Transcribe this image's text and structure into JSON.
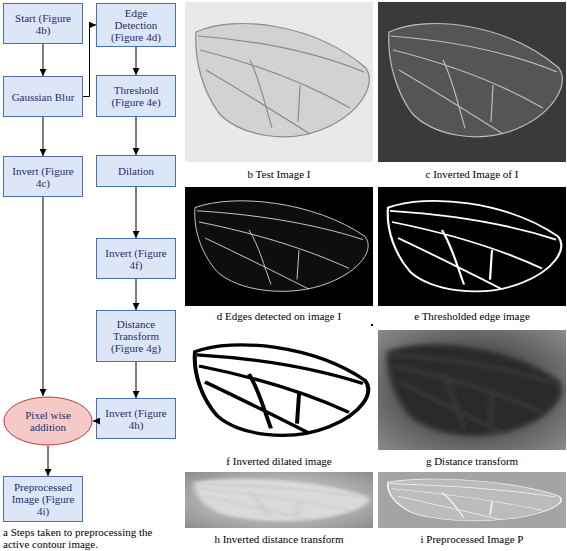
{
  "diagram": {
    "caption": "a Steps taken to preprocessing the active contour image.",
    "nodes": [
      {
        "text": [
          "Start (Figure 4b)"
        ]
      },
      {
        "text": [
          "Gaussian Blur"
        ]
      },
      {
        "text": [
          "Invert (Figure 4c)"
        ]
      },
      {
        "text": [
          "Pixel wise addition"
        ]
      },
      {
        "text": [
          "Preprocessed Image (Figure 4i)"
        ]
      },
      {
        "text": [
          "Edge Detection (Figure 4d)"
        ]
      },
      {
        "text": [
          "Threshold (Figure 4e)"
        ]
      },
      {
        "text": [
          "Dilation"
        ]
      },
      {
        "text": [
          "Invert (Figure 4f)"
        ]
      },
      {
        "text": [
          "Distance Transform (Figure 4g)"
        ]
      },
      {
        "text": [
          "Invert (Figure 4h)"
        ]
      }
    ],
    "edges": [
      {
        "from": 0,
        "to": 1,
        "arrow": "to"
      },
      {
        "from": 1,
        "to": 2,
        "arrow": "to"
      },
      {
        "from": 1,
        "to": 5,
        "arrow": "to"
      },
      {
        "from": 5,
        "to": 6,
        "arrow": "to"
      },
      {
        "from": 6,
        "to": 7,
        "arrow": "to"
      },
      {
        "from": 7,
        "to": 8,
        "arrow": "to"
      },
      {
        "from": 8,
        "to": 9,
        "arrow": "to"
      },
      {
        "from": 9,
        "to": 10,
        "arrow": "to"
      },
      {
        "from": 10,
        "to": 3,
        "arrow": "to"
      },
      {
        "from": 2,
        "to": 3,
        "arrow": "to"
      },
      {
        "from": 3,
        "to": 4,
        "arrow": "to"
      }
    ],
    "labels": [
      "b Test Image I",
      "c Inverted Image of I",
      "d Edges detected on image I",
      "e Thresholded edge image",
      "f Inverted dilated image",
      "g Distance transform",
      "h Inverted distance transform",
      "i Preprocessed Image P"
    ]
  }
}
